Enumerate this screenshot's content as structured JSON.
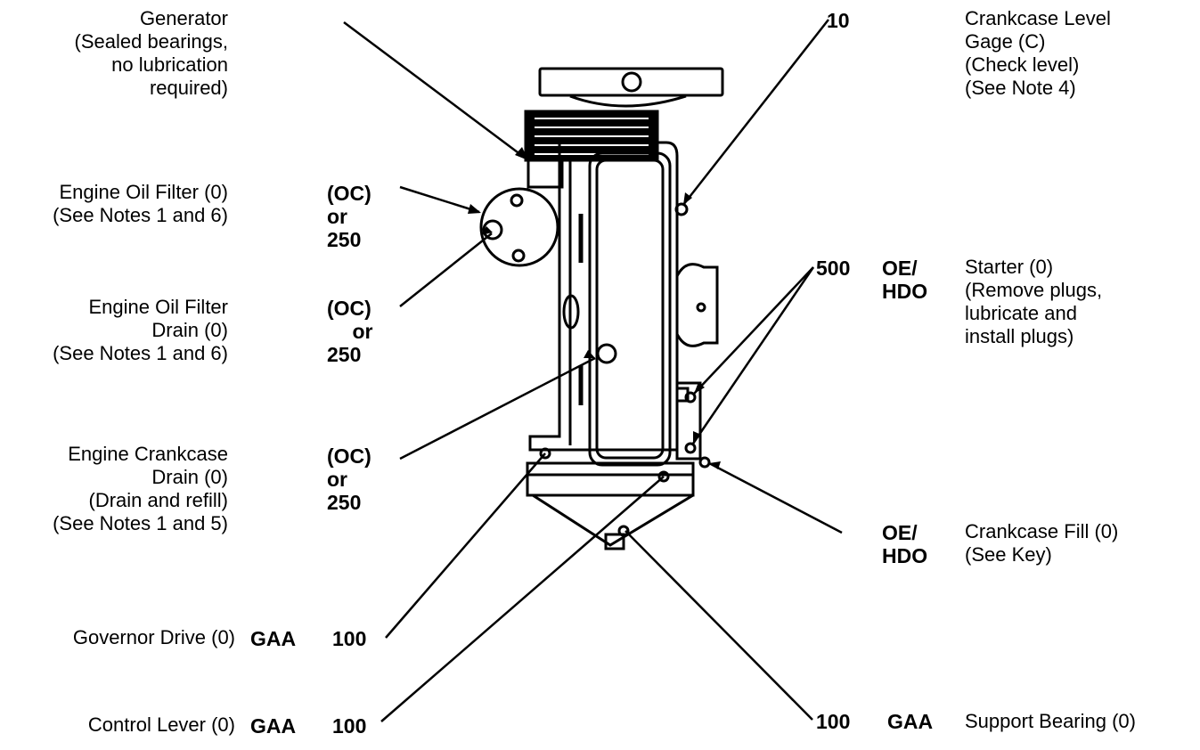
{
  "labels": {
    "generator": [
      "Generator",
      "(Sealed bearings,",
      "no lubrication",
      "required)"
    ],
    "oil_filter": [
      "Engine Oil Filter (0)",
      "(See Notes 1 and 6)"
    ],
    "oil_filter_drain": [
      "Engine Oil Filter",
      "Drain (0)",
      "(See Notes 1 and 6)"
    ],
    "crankcase_drain": [
      "Engine Crankcase",
      "Drain (0)",
      "(Drain and refill)",
      "(See Notes 1 and 5)"
    ],
    "governor_drive": "Governor Drive (0)",
    "control_lever": "Control Lever (0)",
    "crankcase_level_gage": [
      "Crankcase Level",
      "Gage (C)",
      "(Check level)",
      "(See Note 4)"
    ],
    "starter": [
      "Starter (0)",
      "(Remove plugs,",
      "lubricate and",
      "install plugs)"
    ],
    "crankcase_fill": [
      "Crankcase Fill (0)",
      "(See Key)"
    ],
    "support_bearing": "Support Bearing (0)"
  },
  "codes": {
    "oil_filter_interval": [
      "(OC)",
      "or",
      "250"
    ],
    "oil_filter_drain_interval": [
      "(OC)",
      "or",
      "250"
    ],
    "crankcase_drain_interval": [
      "(OC)",
      "or",
      "250"
    ],
    "governor_lube": "GAA",
    "governor_interval": "100",
    "control_lube": "GAA",
    "control_interval": "100",
    "level_gage_interval": "10",
    "starter_interval": "500",
    "starter_lube": [
      "OE/",
      "HDO"
    ],
    "fill_lube": [
      "OE/",
      "HDO"
    ],
    "support_interval": "100",
    "support_lube": "GAA"
  }
}
